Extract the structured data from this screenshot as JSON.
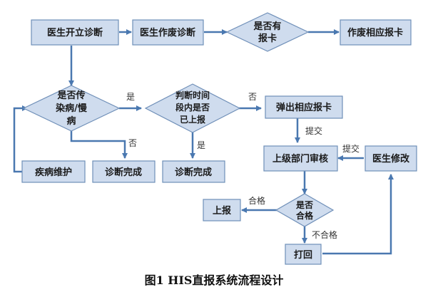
{
  "nodes": {
    "doctor_diagnose": "医生开立诊断",
    "doctor_void": "医生作废诊断",
    "has_card": [
      "是否有",
      "报卡"
    ],
    "void_card": "作废相应报卡",
    "is_infectious": [
      "是否传",
      "染病/慢",
      "病"
    ],
    "time_check": [
      "判断时间",
      "段内是否",
      "已上报"
    ],
    "popup_card": "弹出相应报卡",
    "disease_maint": "疾病维护",
    "diag_done_1": "诊断完成",
    "diag_done_2": "诊断完成",
    "superior_review": "上级部门审核",
    "doctor_modify": "医生修改",
    "report": "上报",
    "qualified": [
      "是否",
      "合格"
    ],
    "return_back": "打回"
  },
  "edge_labels": {
    "yes_infectious": "是",
    "no_infectious": "否",
    "no_time": "否",
    "yes_time": "是",
    "submit_1": "提交",
    "submit_2": "提交",
    "pass": "合格",
    "fail": "不合格"
  },
  "caption": "图1   HIS直报系统流程设计",
  "colors": {
    "box_fill": "#cfdcee",
    "box_stroke": "#6f8fb8",
    "arrow": "#4a78b0"
  }
}
